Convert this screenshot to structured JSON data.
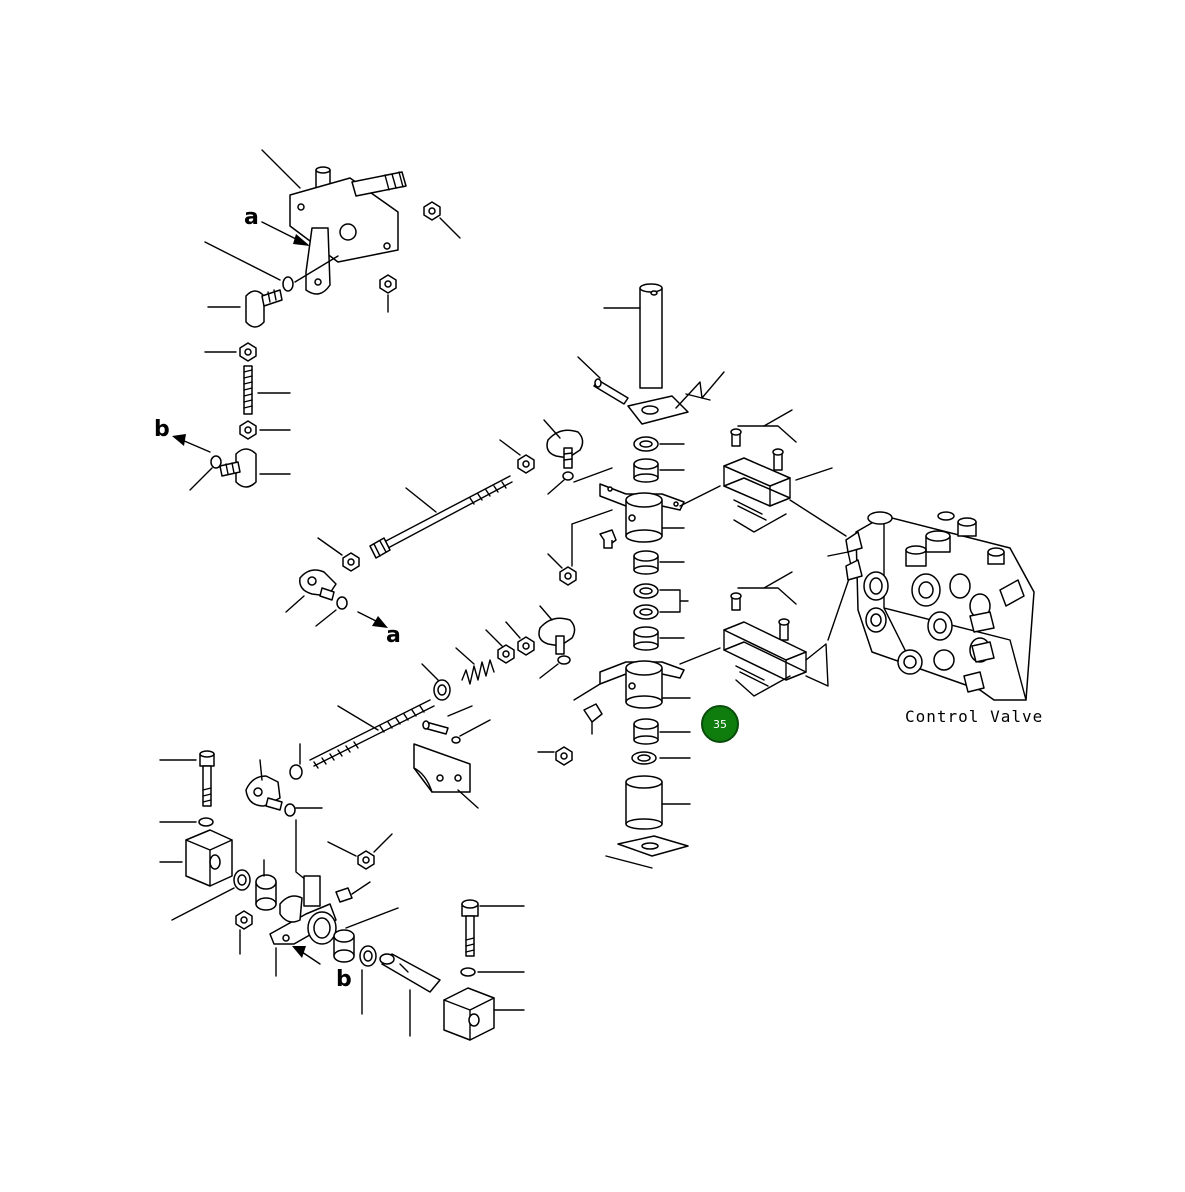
{
  "diagram": {
    "callouts": {
      "a": "a",
      "b": "b"
    },
    "component_label": "Control Valve",
    "badge": {
      "number": "35",
      "color": "#0e7d0e",
      "border": "#0a4d0a"
    }
  }
}
